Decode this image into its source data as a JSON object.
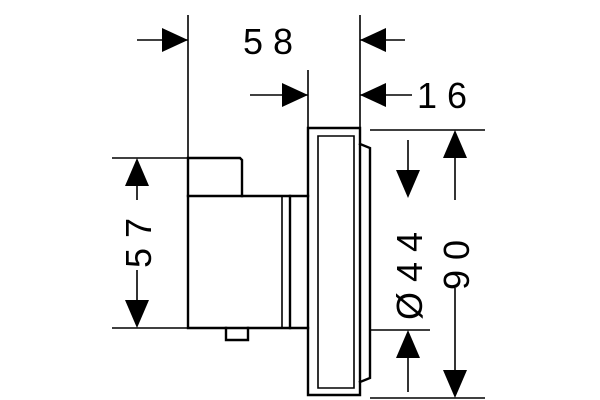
{
  "dimensions": {
    "width_total": "58",
    "plate_depth": "16",
    "body_height": "57",
    "diameter": "Ø44",
    "plate_height": "90"
  },
  "colors": {
    "line": "#000000",
    "background": "#ffffff"
  }
}
